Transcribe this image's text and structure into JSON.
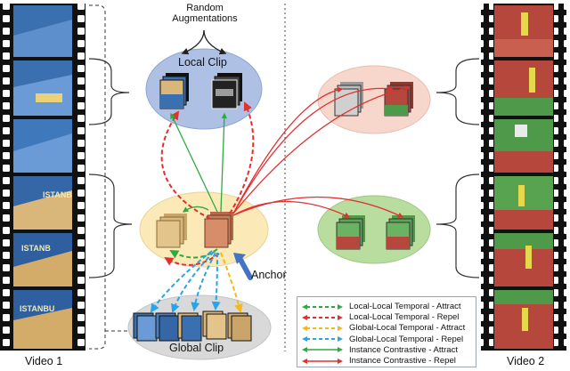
{
  "labels": {
    "random_augmentations": "Random Augmentations",
    "local_clip": "Local Clip",
    "global_clip": "Global Clip",
    "anchor": "Anchor",
    "video1": "Video 1",
    "video2": "Video 2"
  },
  "legend": [
    {
      "text": "Local-Local Temporal - Attract",
      "color": "#2eaa3e",
      "style": "dashed"
    },
    {
      "text": "Local-Local Temporal - Repel",
      "color": "#e03030",
      "style": "dashed"
    },
    {
      "text": "Global-Local Temporal - Attract",
      "color": "#f2b81c",
      "style": "dashed"
    },
    {
      "text": "Global-Local Temporal - Repel",
      "color": "#2aa4e8",
      "style": "dashed"
    },
    {
      "text": "Instance Contrastive - Attract",
      "color": "#2eaa3e",
      "style": "solid"
    },
    {
      "text": "Instance Contrastive - Repel",
      "color": "#e03030",
      "style": "solid"
    }
  ],
  "colors": {
    "local_clip_fill": "#aec0e4",
    "global_clip_fill": "#d9d9d9",
    "middle_fill": "#fbe9b7",
    "right_top_fill": "#f7d6cb",
    "right_bottom_fill": "#b9dc9f",
    "anchor_arrow": "#4472c4",
    "track_blue": "#3a6fb0",
    "track_red": "#b5473c",
    "track_sand": "#d9b77a"
  }
}
